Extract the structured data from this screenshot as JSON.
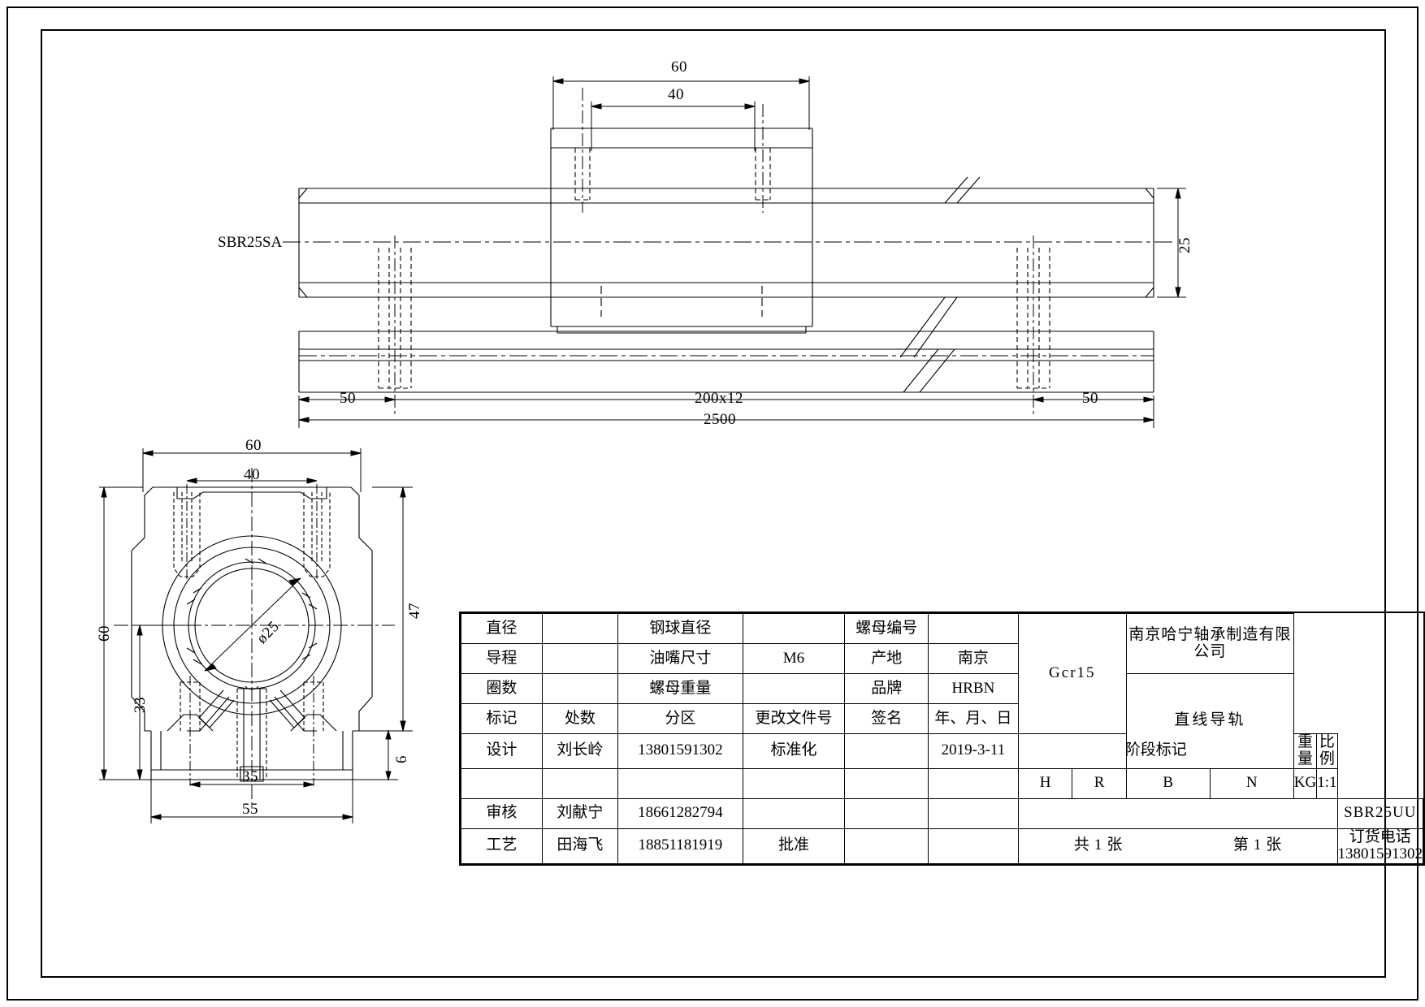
{
  "drawing": {
    "part_label": "SBR25SA",
    "top_view_dims": {
      "width_outer": "60",
      "width_inner": "40",
      "rail_height": "25",
      "end_margin_left": "50",
      "end_margin_right": "50",
      "hole_pitch": "200x12",
      "total_length": "2500"
    },
    "side_view_dims": {
      "width_outer": "60",
      "width_inner": "40",
      "height_total": "60",
      "height_center": "33",
      "block_height": "47",
      "base_thickness": "6",
      "bolt_span": "35",
      "base_width": "55",
      "bore": "ø25"
    }
  },
  "title_block": {
    "spec_rows": [
      {
        "label": "直径",
        "value": "",
        "label2": "钢球直径",
        "value2": "",
        "label3": "螺母编号",
        "value3": ""
      },
      {
        "label": "导程",
        "value": "",
        "label2": "油嘴尺寸",
        "value2": "M6",
        "label3": "产地",
        "value3": "南京"
      },
      {
        "label": "圈数",
        "value": "",
        "label2": "螺母重量",
        "value2": "",
        "label3": "品牌",
        "value3": "HRBN"
      }
    ],
    "rev_header": [
      "标记",
      "处数",
      "分区",
      "更改文件号",
      "签名",
      "年、月、日"
    ],
    "rev_rows": [
      {
        "role": "设计",
        "name": "刘长岭",
        "phone": "13801591302",
        "extra": "标准化",
        "sign": "",
        "date": "2019-3-11"
      },
      {
        "role": "",
        "name": "",
        "phone": "",
        "extra": "",
        "sign": "",
        "date": ""
      },
      {
        "role": "审核",
        "name": "刘献宁",
        "phone": "18661282794",
        "extra": "",
        "sign": "",
        "date": ""
      },
      {
        "role": "工艺",
        "name": "田海飞",
        "phone": "18851181919",
        "extra": "批准",
        "sign": "",
        "date": ""
      }
    ],
    "material": "Gcr15",
    "stage_header": [
      "阶段标记",
      "重量",
      "比例"
    ],
    "stage_values": [
      "H",
      "R",
      "B",
      "N",
      "KG",
      "1:1"
    ],
    "sheet_count_prefix": "共",
    "sheet_count": "1",
    "sheet_count_suffix": "张",
    "sheet_index_prefix": "第",
    "sheet_index": "1",
    "sheet_index_suffix": "张",
    "company": "南京哈宁轴承制造有限公司",
    "product_name": "直线导轨",
    "model": "SBR25UU",
    "order_phone": "订货电话13801591302"
  }
}
